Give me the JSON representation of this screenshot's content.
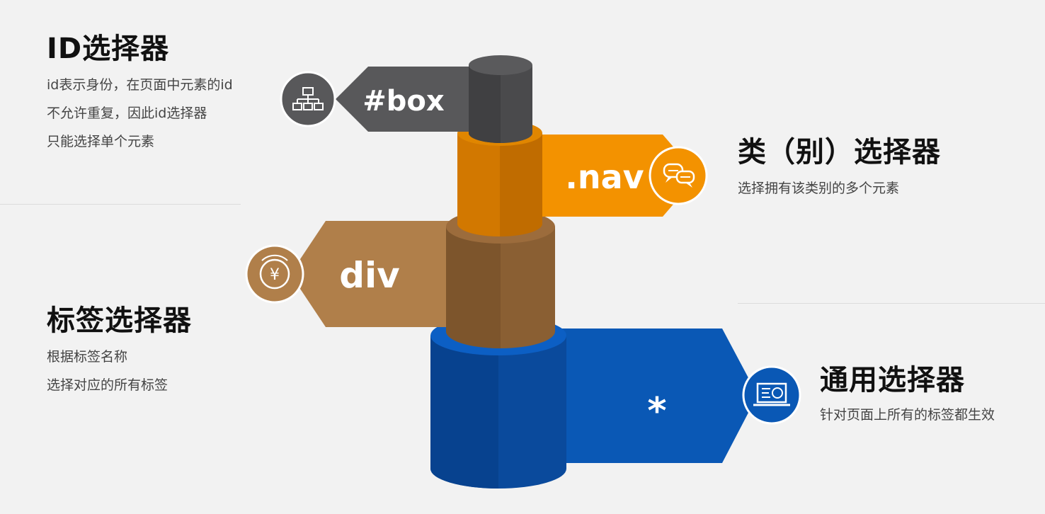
{
  "id_selector": {
    "title": "ID选择器",
    "desc": [
      "id表示身份，在页面中元素的id",
      "不允许重复，因此id选择器",
      "只能选择单个元素"
    ],
    "example": "#box",
    "icon": "hierarchy-icon",
    "color": "#58585a"
  },
  "class_selector": {
    "title": "类（别）选择器",
    "desc": [
      "选择拥有该类别的多个元素"
    ],
    "example": ".nav",
    "icon": "chat-bubbles-icon",
    "color": "#f39200"
  },
  "tag_selector": {
    "title": "标签选择器",
    "desc": [
      "根据标签名称",
      "选择对应的所有标签"
    ],
    "example": "div",
    "icon": "yen-coin-icon",
    "color": "#b07f4a"
  },
  "universal_selector": {
    "title": "通用选择器",
    "desc": [
      "针对页面上所有的标签都生效"
    ],
    "example": "*",
    "icon": "laptop-chart-icon",
    "color": "#0a58b5"
  }
}
